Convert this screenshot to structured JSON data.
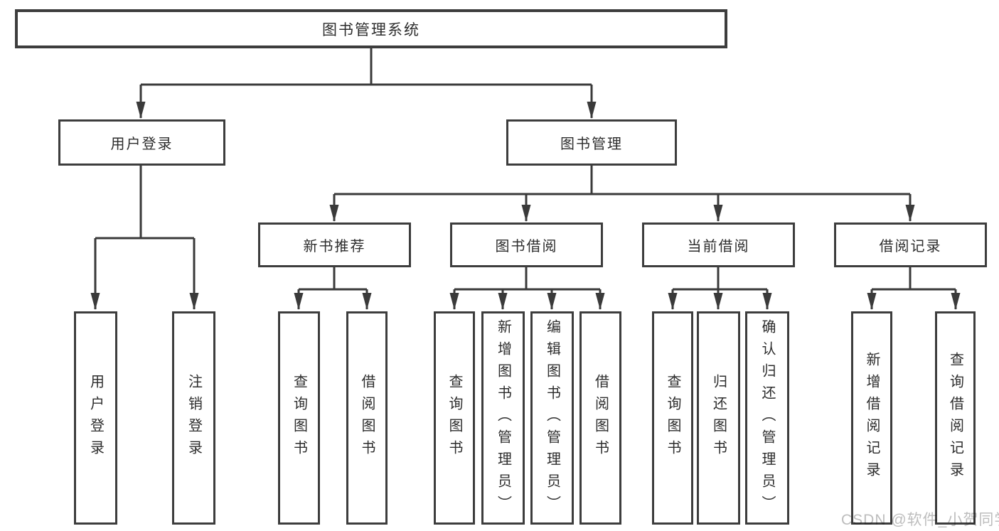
{
  "diagram": {
    "watermark": "CSDN @软件_小贺同学",
    "colors": {
      "line": "#3a3a3a",
      "border": "#3d3d3d",
      "text": "#2d2d2d",
      "watermark": "#bdbdbd",
      "background": "#ffffff"
    }
  },
  "root": {
    "label": "图书管理系统"
  },
  "branches": {
    "user_login": {
      "label": "用户登录",
      "children": {
        "user_login": {
          "label": "用户登录"
        },
        "logout": {
          "label": "注销登录"
        }
      }
    },
    "book_mgmt": {
      "label": "图书管理",
      "sections": {
        "new_book_rec": {
          "label": "新书推荐",
          "children": {
            "query_books": {
              "label": "查询图书"
            },
            "borrow_books": {
              "label": "借阅图书"
            }
          }
        },
        "book_borrow": {
          "label": "图书借阅",
          "children": {
            "query_books": {
              "label": "查询图书"
            },
            "add_books": {
              "label": "新增图书（管理员）"
            },
            "edit_books": {
              "label": "编辑图书（管理员）"
            },
            "borrow_books": {
              "label": "借阅图书"
            }
          }
        },
        "current_borrow": {
          "label": "当前借阅",
          "children": {
            "query_books": {
              "label": "查询图书"
            },
            "return_books": {
              "label": "归还图书"
            },
            "confirm_return": {
              "label": "确认归还（管理员）"
            }
          }
        },
        "borrow_record": {
          "label": "借阅记录",
          "children": {
            "add_record": {
              "label": "新增借阅记录"
            },
            "query_record": {
              "label": "查询借阅记录"
            }
          }
        }
      }
    }
  }
}
